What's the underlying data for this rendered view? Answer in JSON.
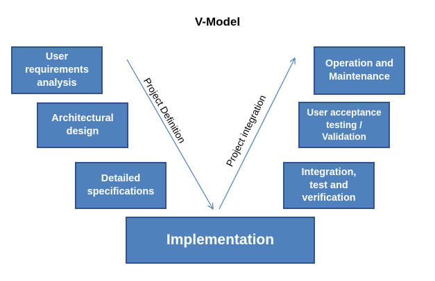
{
  "title": "V-Model",
  "colors": {
    "box_fill": "#4f81bd",
    "box_border": "#2f528f",
    "arrow": "#4a7ebb",
    "text_on_box": "#ffffff"
  },
  "boxes": {
    "user_requirements": "User\nrequirements\nanalysis",
    "architectural_design": "Architectural\ndesign",
    "detailed_specifications": "Detailed\nspecifications",
    "implementation": "Implementation",
    "integration": "Integration,\ntest and\nverification",
    "user_acceptance": "User acceptance\ntesting /\nValidation",
    "operation": "Operation and\nMaintenance"
  },
  "arrows": {
    "left_label": "Project Definition",
    "right_label": "Project integration"
  }
}
